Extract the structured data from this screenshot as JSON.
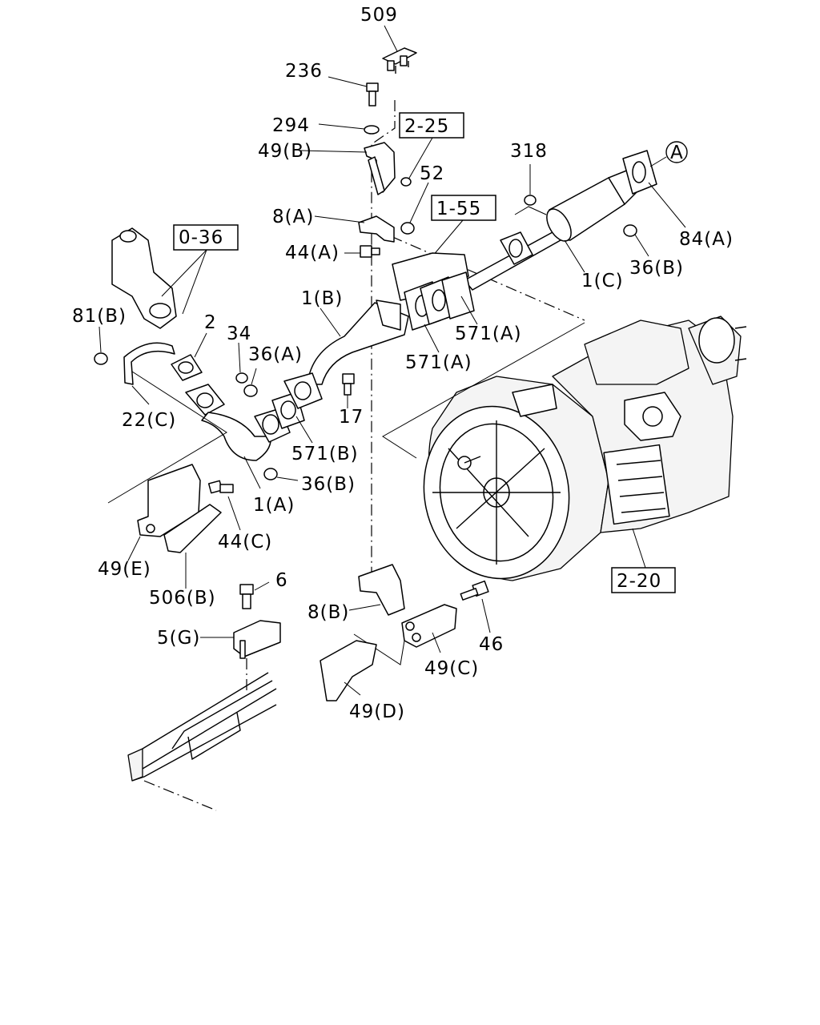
{
  "diagram": {
    "callouts": {
      "c509": "509",
      "c236": "236",
      "c294": "294",
      "c49b": "49(B)",
      "c52": "52",
      "c318": "318",
      "c8a": "8(A)",
      "c44a": "44(A)",
      "c0_36": "0-36",
      "c1_55": "1-55",
      "c2_25": "2-25",
      "c2_20": "2-20",
      "cA": "A",
      "c84a": "84(A)",
      "c36b_top": "36(B)",
      "c1c": "1(C)",
      "c1b": "1(B)",
      "c81b": "81(B)",
      "c2": "2",
      "c34": "34",
      "c36a": "36(A)",
      "c571a_1": "571(A)",
      "c571a_2": "571(A)",
      "c22c": "22(C)",
      "c17": "17",
      "c571b": "571(B)",
      "c36b_low": "36(B)",
      "c1a": "1(A)",
      "c44c": "44(C)",
      "c49e": "49(E)",
      "c506b": "506(B)",
      "c6": "6",
      "c5g": "5(G)",
      "c8b": "8(B)",
      "c46": "46",
      "c49c": "49(C)",
      "c49d": "49(D)"
    }
  }
}
